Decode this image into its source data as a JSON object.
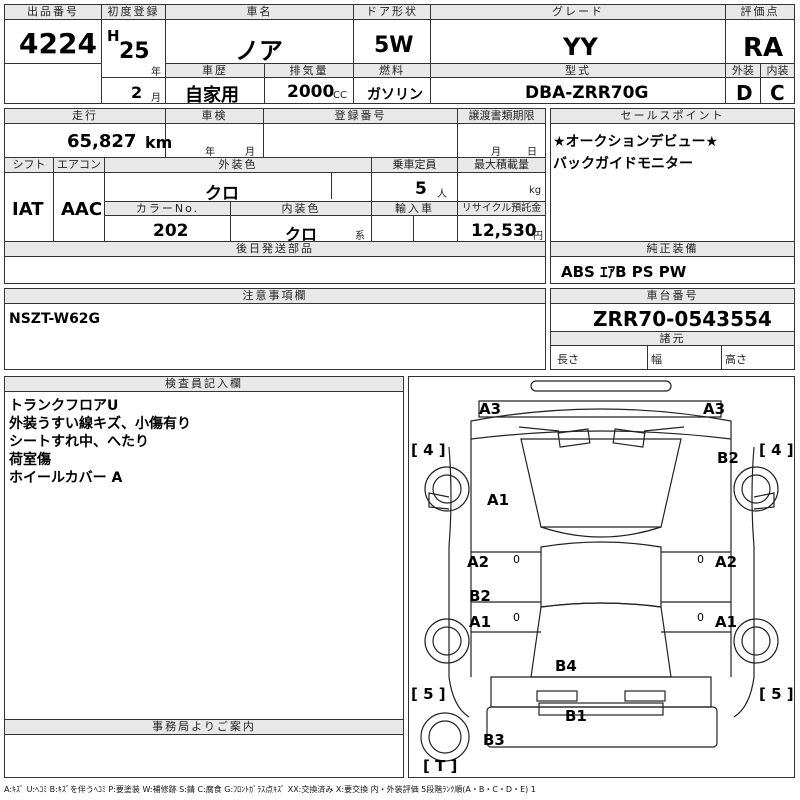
{
  "top": {
    "lot_label": "出品番号",
    "lot_no": "4224",
    "first_reg_label": "初度登録",
    "era": "H",
    "year_no": "25",
    "year_unit": "年",
    "month_no": "2",
    "month_unit": "月",
    "car_name_label": "車名",
    "car_name": "ノア",
    "door_label": "ドア形状",
    "door": "5W",
    "grade_label": "グレード",
    "grade": "YY",
    "score_label": "評価点",
    "score": "RA",
    "history_label": "車歴",
    "history": "自家用",
    "displacement_label": "排気量",
    "displacement": "2000",
    "displacement_unit": "CC",
    "fuel_label": "燃料",
    "fuel": "ガソリン",
    "model_label": "型式",
    "model": "DBA-ZRR70G",
    "exterior_label": "外装",
    "exterior": "D",
    "interior_label": "内装",
    "interior": "C"
  },
  "mid": {
    "mileage_label": "走行",
    "mileage": "65,827",
    "mileage_unit": "km",
    "inspection_label": "車検",
    "insp_year_unit": "年",
    "insp_month_unit": "月",
    "regno_label": "登録番号",
    "transfer_label": "譲渡書類期限",
    "transfer_month_unit": "月",
    "transfer_day_unit": "日",
    "shift_label": "シフト",
    "shift": "IAT",
    "ac_label": "エアコン",
    "ac": "AAC",
    "ext_color_label": "外装色",
    "ext_color": "クロ",
    "capacity_label": "乗車定員",
    "capacity": "5",
    "capacity_unit": "人",
    "load_label": "最大積載量",
    "load_unit": "kg",
    "color_no_label": "カラーNo.",
    "color_no": "202",
    "int_color_label": "内装色",
    "int_color": "クロ",
    "int_color_unit": "系",
    "import_label": "輸入車",
    "recycle_label": "リサイクル預託金",
    "recycle": "12,530",
    "recycle_unit": "円",
    "later_parts_label": "後日発送部品"
  },
  "sales": {
    "label": "セールスポイント",
    "lines": [
      "★オークションデビュー★",
      "バックガイドモニター"
    ]
  },
  "equipment": {
    "label": "純正装備",
    "value": "ABS ｴｱB PS PW"
  },
  "notes": {
    "label": "注意事項欄",
    "value": "NSZT-W62G"
  },
  "chassis": {
    "label": "車台番号",
    "value": "ZRR70-0543554",
    "dims_label": "諸元",
    "length_label": "長さ",
    "width_label": "幅",
    "height_label": "高さ"
  },
  "inspector": {
    "label": "検査員記入欄",
    "lines": [
      "トランクフロアU",
      "外装うすい線キズ、小傷有り",
      "シートすれ中、へたり",
      "荷室傷",
      "ホイールカバー A"
    ]
  },
  "office": {
    "label": "事務局よりご案内"
  },
  "diagram": {
    "marks": {
      "a3_left": "A3",
      "a3_right": "A3",
      "four_left": "[ 4 ]",
      "four_right": "[ 4 ]",
      "b2_top_right": "B2",
      "a1_top_left": "A1",
      "a2_left": "A2",
      "a2_right": "A2",
      "zero1": "0",
      "zero2": "0",
      "zero3": "0",
      "zero4": "0",
      "b2_mid_left": "B2",
      "a1_mid_left": "A1",
      "a1_mid_right": "A1",
      "b4": "B4",
      "five_left": "[ 5 ]",
      "five_right": "[ 5 ]",
      "b1": "B1",
      "b3": "B3",
      "t": "[ T ]"
    }
  },
  "legend": "A:ｷｽﾞ U:ﾍｺﾐ B:ｷｽﾞを伴うﾍｺﾐ P:要塗装 W:補修跡 S:錆 C:腐食 G:ﾌﾛﾝﾄｶﾞﾗｽ点ｷｽﾞ XX:交換済み X:要交換  内・外装評価  5段階ﾗﾝｸ順(A・B・C・D・E) 1"
}
